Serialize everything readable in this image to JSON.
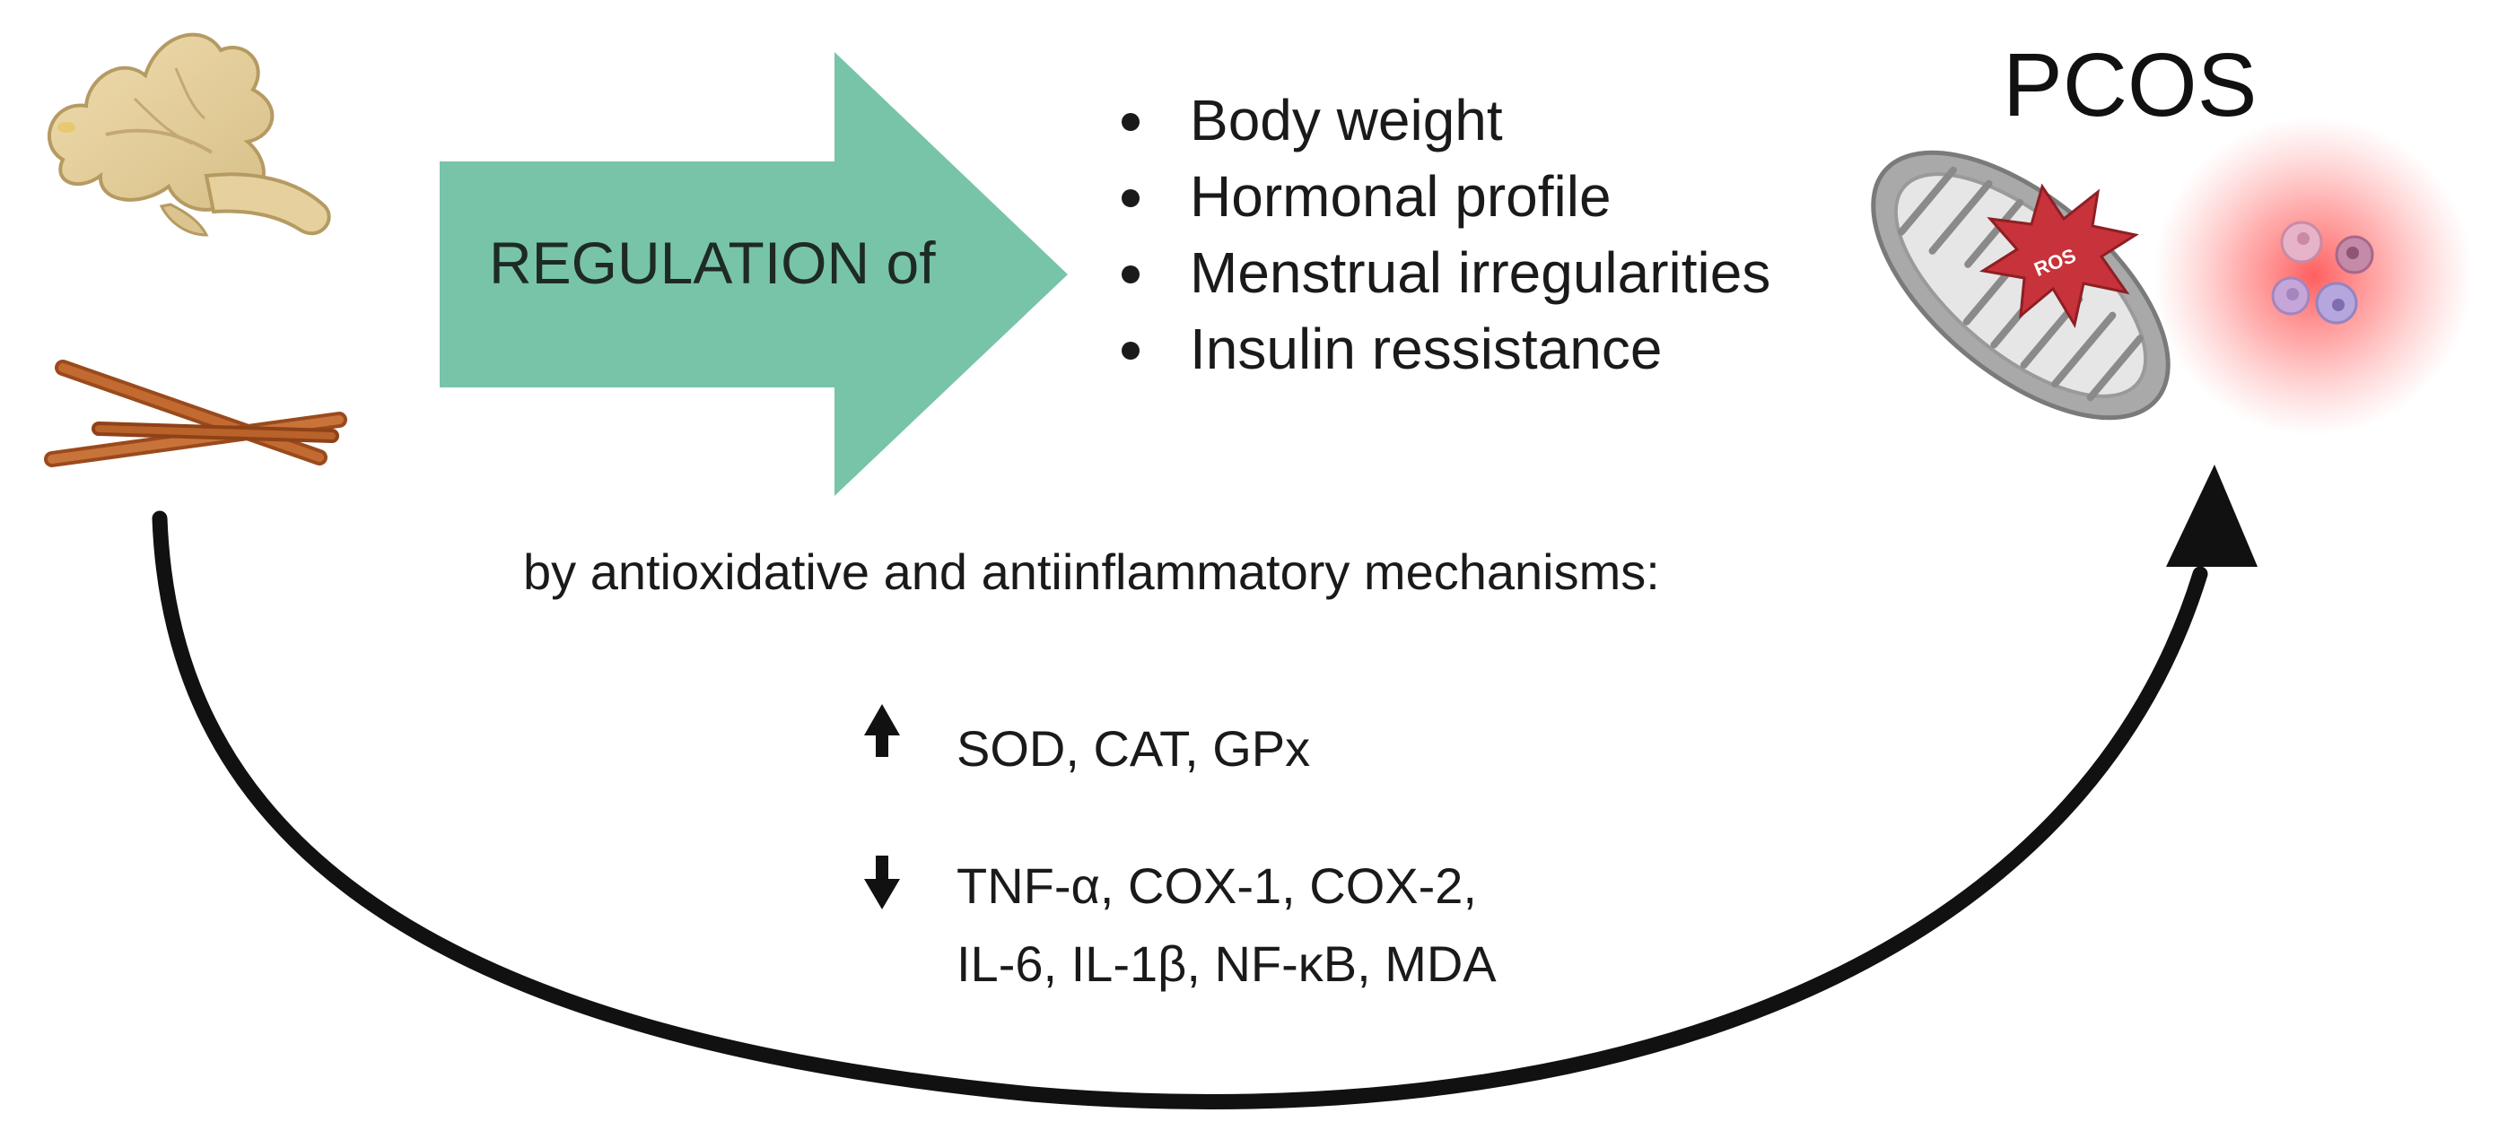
{
  "arrow": {
    "label": "REGULATION of",
    "color": "#78c4a8"
  },
  "effects": [
    "Body weight",
    "Hormonal profile",
    "Menstrual irregularities",
    "Insulin ressistance"
  ],
  "pcos": {
    "title": "PCOS",
    "mito_label": "ROS"
  },
  "mechanisms": {
    "intro": "by antioxidative and antiinflammatory mechanisms:",
    "upregulated": "SOD, CAT, GPx",
    "downregulated_line1": "TNF-α, COX-1, COX-2,",
    "downregulated_line2": "IL-6,  IL-1β, NF-κB, MDA"
  },
  "colors": {
    "curve": "#111111",
    "ros": "#c8323a",
    "inflammation": "#ff6b6b"
  }
}
